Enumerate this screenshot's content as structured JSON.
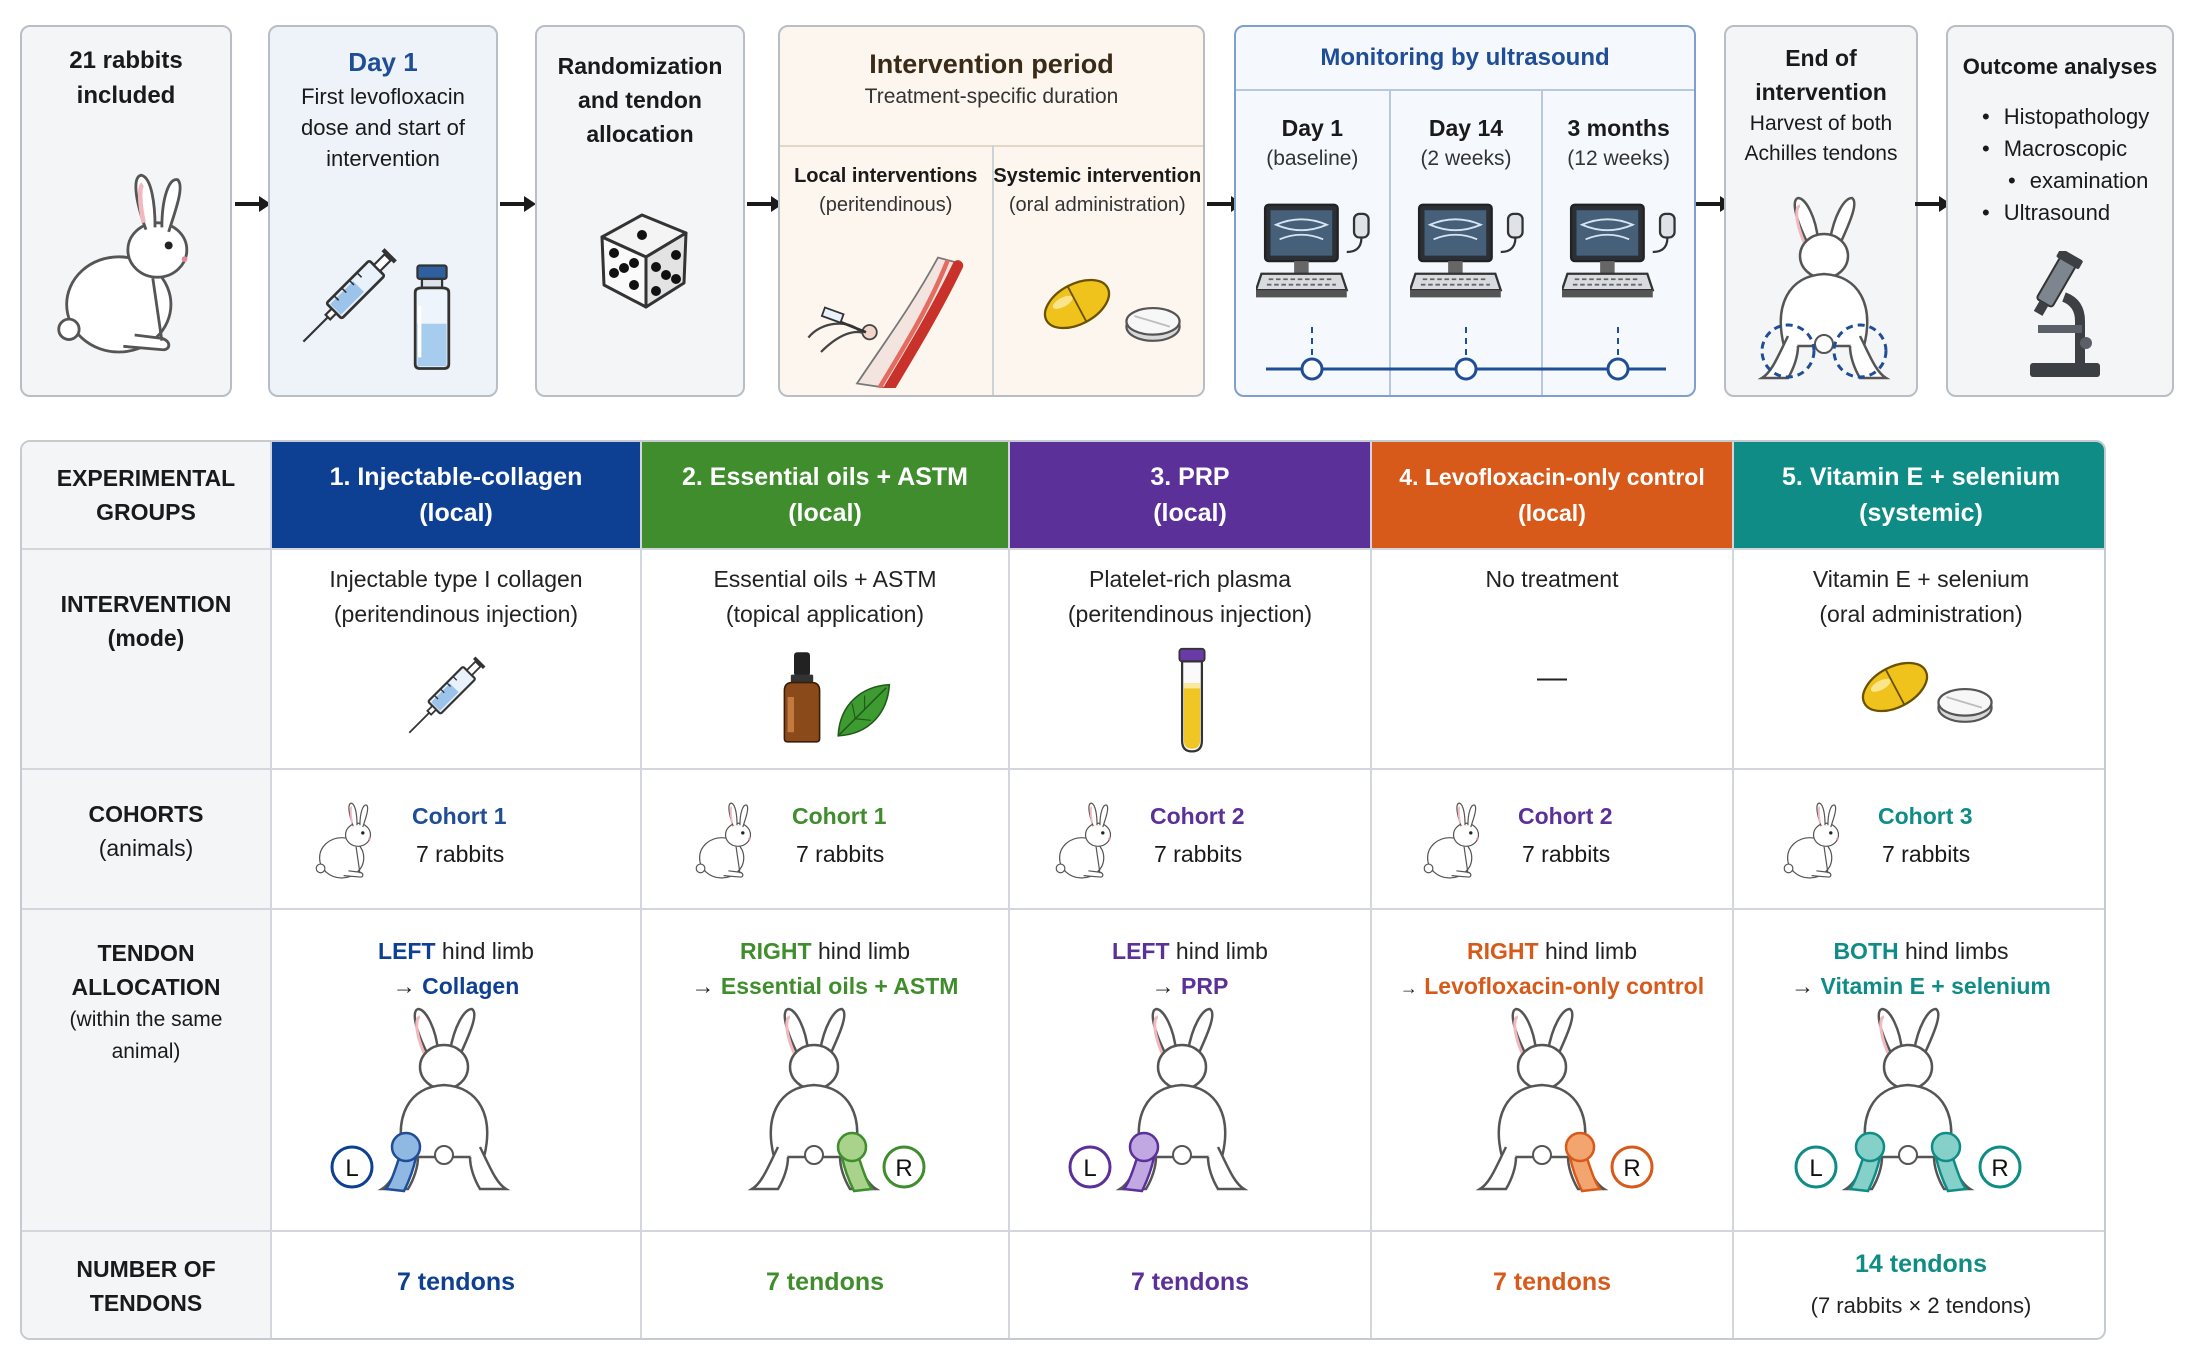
{
  "colors": {
    "g1": "#0d3f93",
    "g2": "#3f8d2c",
    "g3": "#5b3199",
    "g4": "#d85a1a",
    "g5": "#0f8c86",
    "monitor_blue": "#1f4e96"
  },
  "icons": [
    "rabbit-icon",
    "syringe-icon",
    "vial-icon",
    "dice-icon",
    "tendon-injection-icon",
    "pill-icon",
    "tablet-icon",
    "ultrasound-machine-icon",
    "rabbit-rear-icon",
    "microscope-icon",
    "oil-bottle-icon",
    "leaf-icon",
    "prp-tube-icon",
    "rabbit-small-icon"
  ],
  "flow": {
    "step1": {
      "line1": "21 rabbits",
      "line2": "included"
    },
    "step2": {
      "title": "Day 1",
      "line1": "First levofloxacin",
      "line2": "dose and start of",
      "line3": "intervention"
    },
    "step3": {
      "line1": "Randomization",
      "line2": "and tendon",
      "line3": "allocation"
    },
    "step4": {
      "title": "Intervention period",
      "subtitle": "Treatment-specific duration",
      "local_title": "Local interventions",
      "local_sub": "(peritendinous)",
      "systemic_title": "Systemic intervention",
      "systemic_sub": "(oral administration)"
    },
    "step5": {
      "title": "Monitoring by ultrasound",
      "points": [
        {
          "label": "Day 1",
          "sub": "(baseline)"
        },
        {
          "label": "Day 14",
          "sub": "(2 weeks)"
        },
        {
          "label": "3 months",
          "sub": "(12 weeks)"
        }
      ]
    },
    "step6": {
      "line1": "End of",
      "line2": "intervention",
      "line3": "Harvest of both",
      "line4": "Achilles tendons"
    },
    "step7": {
      "title": "Outcome analyses",
      "items": [
        "Histopathology",
        "Macroscopic",
        "examination",
        "Ultrasound"
      ]
    }
  },
  "table": {
    "row_labels": {
      "groups": {
        "line1": "EXPERIMENTAL",
        "line2": "GROUPS"
      },
      "intervention": {
        "line1": "INTERVENTION",
        "line2": "(mode)"
      },
      "cohorts": {
        "line1": "COHORTS",
        "line2": "(animals)"
      },
      "allocation": {
        "line1": "TENDON",
        "line2": "ALLOCATION",
        "line3": "(within the same",
        "line4": "animal)"
      },
      "tendons": {
        "line1": "NUMBER OF",
        "line2": "TENDONS"
      }
    },
    "groups": [
      {
        "name": "1. Injectable-collagen",
        "mode": "(local)",
        "int1": "Injectable type I collagen",
        "int2": "(peritendinous injection)",
        "cohort": "Cohort 1",
        "animals": "7 rabbits",
        "side": "LEFT",
        "limb": "hind limb",
        "arrow": "→",
        "target": "Collagen",
        "count": "7 tendons",
        "marker_left": "L"
      },
      {
        "name": "2. Essential oils + ASTM",
        "mode": "(local)",
        "int1": "Essential oils + ASTM",
        "int2": "(topical application)",
        "cohort": "Cohort 1",
        "animals": "7 rabbits",
        "side": "RIGHT",
        "limb": "hind limb",
        "arrow": "→",
        "target": "Essential oils + ASTM",
        "count": "7 tendons",
        "marker_right": "R"
      },
      {
        "name": "3. PRP",
        "mode": "(local)",
        "int1": "Platelet-rich plasma",
        "int2": "(peritendinous injection)",
        "cohort": "Cohort 2",
        "animals": "7 rabbits",
        "side": "LEFT",
        "limb": "hind limb",
        "arrow": "→",
        "target": "PRP",
        "count": "7 tendons",
        "marker_left": "L"
      },
      {
        "name": "4. Levofloxacin-only control",
        "mode": "(local)",
        "int1": "No treatment",
        "dash": "—",
        "cohort": "Cohort 2",
        "animals": "7 rabbits",
        "side": "RIGHT",
        "limb": "hind limb",
        "arrow": "→",
        "target": "Levofloxacin-only control",
        "count": "7 tendons",
        "marker_right": "R"
      },
      {
        "name": "5. Vitamin E + selenium",
        "mode": "(systemic)",
        "int1": "Vitamin E + selenium",
        "int2": "(oral administration)",
        "cohort": "Cohort 3",
        "animals": "7 rabbits",
        "side": "BOTH",
        "limb": "hind limbs",
        "arrow": "→",
        "target": "Vitamin E + selenium",
        "count": "14 tendons",
        "count_sub": "(7 rabbits × 2 tendons)",
        "marker_left": "L",
        "marker_right": "R"
      }
    ]
  }
}
